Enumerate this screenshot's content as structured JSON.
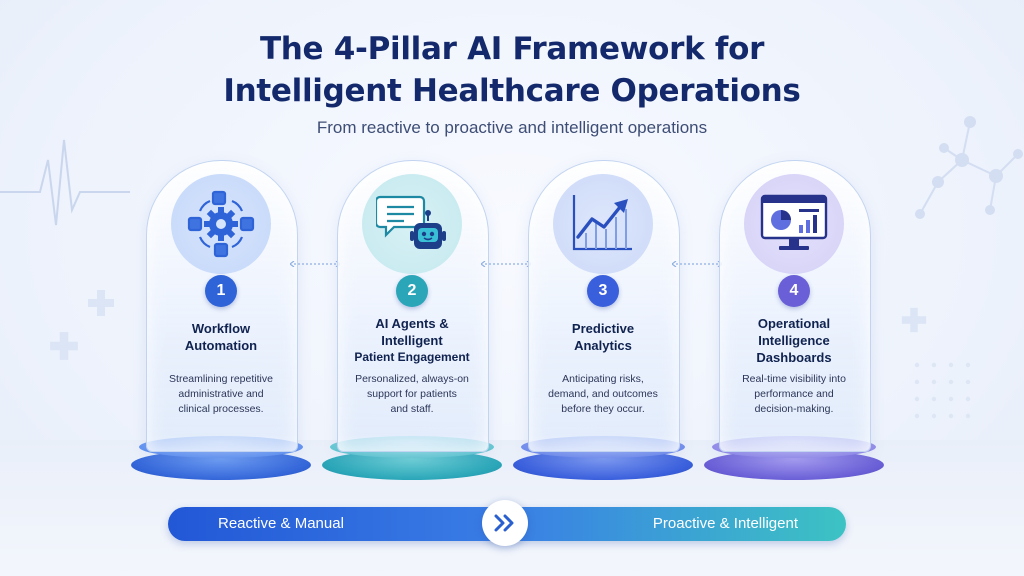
{
  "title_line1": "The 4-Pillar AI Framework for",
  "title_line2": "Intelligent Healthcare Operations",
  "subtitle": "From reactive to proactive and intelligent operations",
  "pillars": [
    {
      "number": "1",
      "title_lines": [
        "Workflow",
        "Automation"
      ],
      "desc_lines": [
        "Streamlining repetitive",
        "administrative and",
        "clinical processes."
      ],
      "icon": "gear-workflow-icon",
      "color": "#2f63d8"
    },
    {
      "number": "2",
      "title_lines": [
        "AI Agents &",
        "Intelligent",
        "Patient Engagement"
      ],
      "desc_lines": [
        "Personalized, always-on",
        "support for patients",
        "and staff."
      ],
      "icon": "chatbot-icon",
      "color": "#2aa6b8"
    },
    {
      "number": "3",
      "title_lines": [
        "Predictive",
        "Analytics"
      ],
      "desc_lines": [
        "Anticipating risks,",
        "demand, and outcomes",
        "before they occur."
      ],
      "icon": "trend-chart-icon",
      "color": "#3a5fdc"
    },
    {
      "number": "4",
      "title_lines": [
        "Operational",
        "Intelligence",
        "Dashboards"
      ],
      "desc_lines": [
        "Real-time visibility into",
        "performance and",
        "decision-making."
      ],
      "icon": "dashboard-monitor-icon",
      "color": "#6a5fd6"
    }
  ],
  "progress": {
    "left_label": "Reactive & Manual",
    "right_label": "Proactive & Intelligent",
    "mid_icon": "double-chevron-right-icon"
  }
}
